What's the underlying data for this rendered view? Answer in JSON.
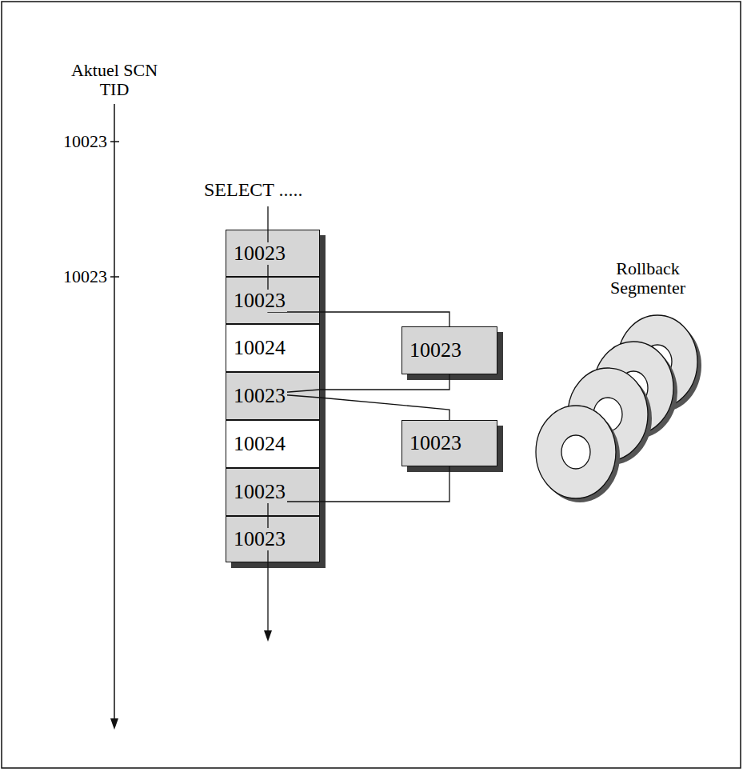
{
  "diagram": {
    "nodes": [
      {
        "text": [
          "10023"
        ]
      },
      {
        "text": [
          "10023"
        ]
      },
      {
        "text": [
          "10024"
        ]
      },
      {
        "text": [
          "10023"
        ]
      },
      {
        "text": [
          "10024"
        ]
      },
      {
        "text": [
          "10023"
        ]
      },
      {
        "text": [
          "10023"
        ]
      },
      {
        "text": [
          "10023"
        ]
      },
      {
        "text": [
          "10023"
        ]
      }
    ],
    "edges": [
      {
        "from": 1,
        "to": 7,
        "arrow": "none"
      },
      {
        "from": 7,
        "to": 3,
        "arrow": "none"
      },
      {
        "from": 3,
        "to": 8,
        "arrow": "none"
      },
      {
        "from": 8,
        "to": 5,
        "arrow": "none"
      }
    ],
    "labels": [
      "Aktuel SCN TID",
      "10023",
      "10023",
      "SELECT .....",
      "Rollback Segmenter"
    ]
  }
}
